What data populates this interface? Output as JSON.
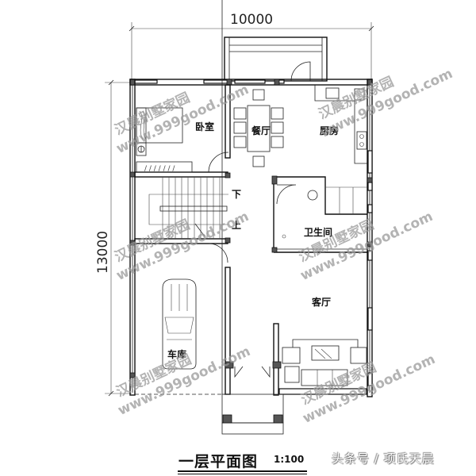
{
  "drawing": {
    "title": "一层平面图",
    "scale": "1:100",
    "credit": "头条号 / 项氏天晨"
  },
  "dimensions": {
    "width_label": "10000",
    "height_label": "13000"
  },
  "rooms": [
    {
      "id": "bedroom",
      "label": "卧室"
    },
    {
      "id": "dining",
      "label": "餐厅"
    },
    {
      "id": "kitchen",
      "label": "厨房"
    },
    {
      "id": "bathroom",
      "label": "卫生间"
    },
    {
      "id": "living",
      "label": "客厅"
    },
    {
      "id": "garage",
      "label": "车库"
    }
  ],
  "stairs": {
    "down_label": "下",
    "up_label": "上"
  },
  "watermark": {
    "brand": "汉晨别墅家园",
    "url": "www.999good.com"
  },
  "colors": {
    "line": "#111111",
    "watermark": "#9a9a9a",
    "background": "#ffffff"
  }
}
